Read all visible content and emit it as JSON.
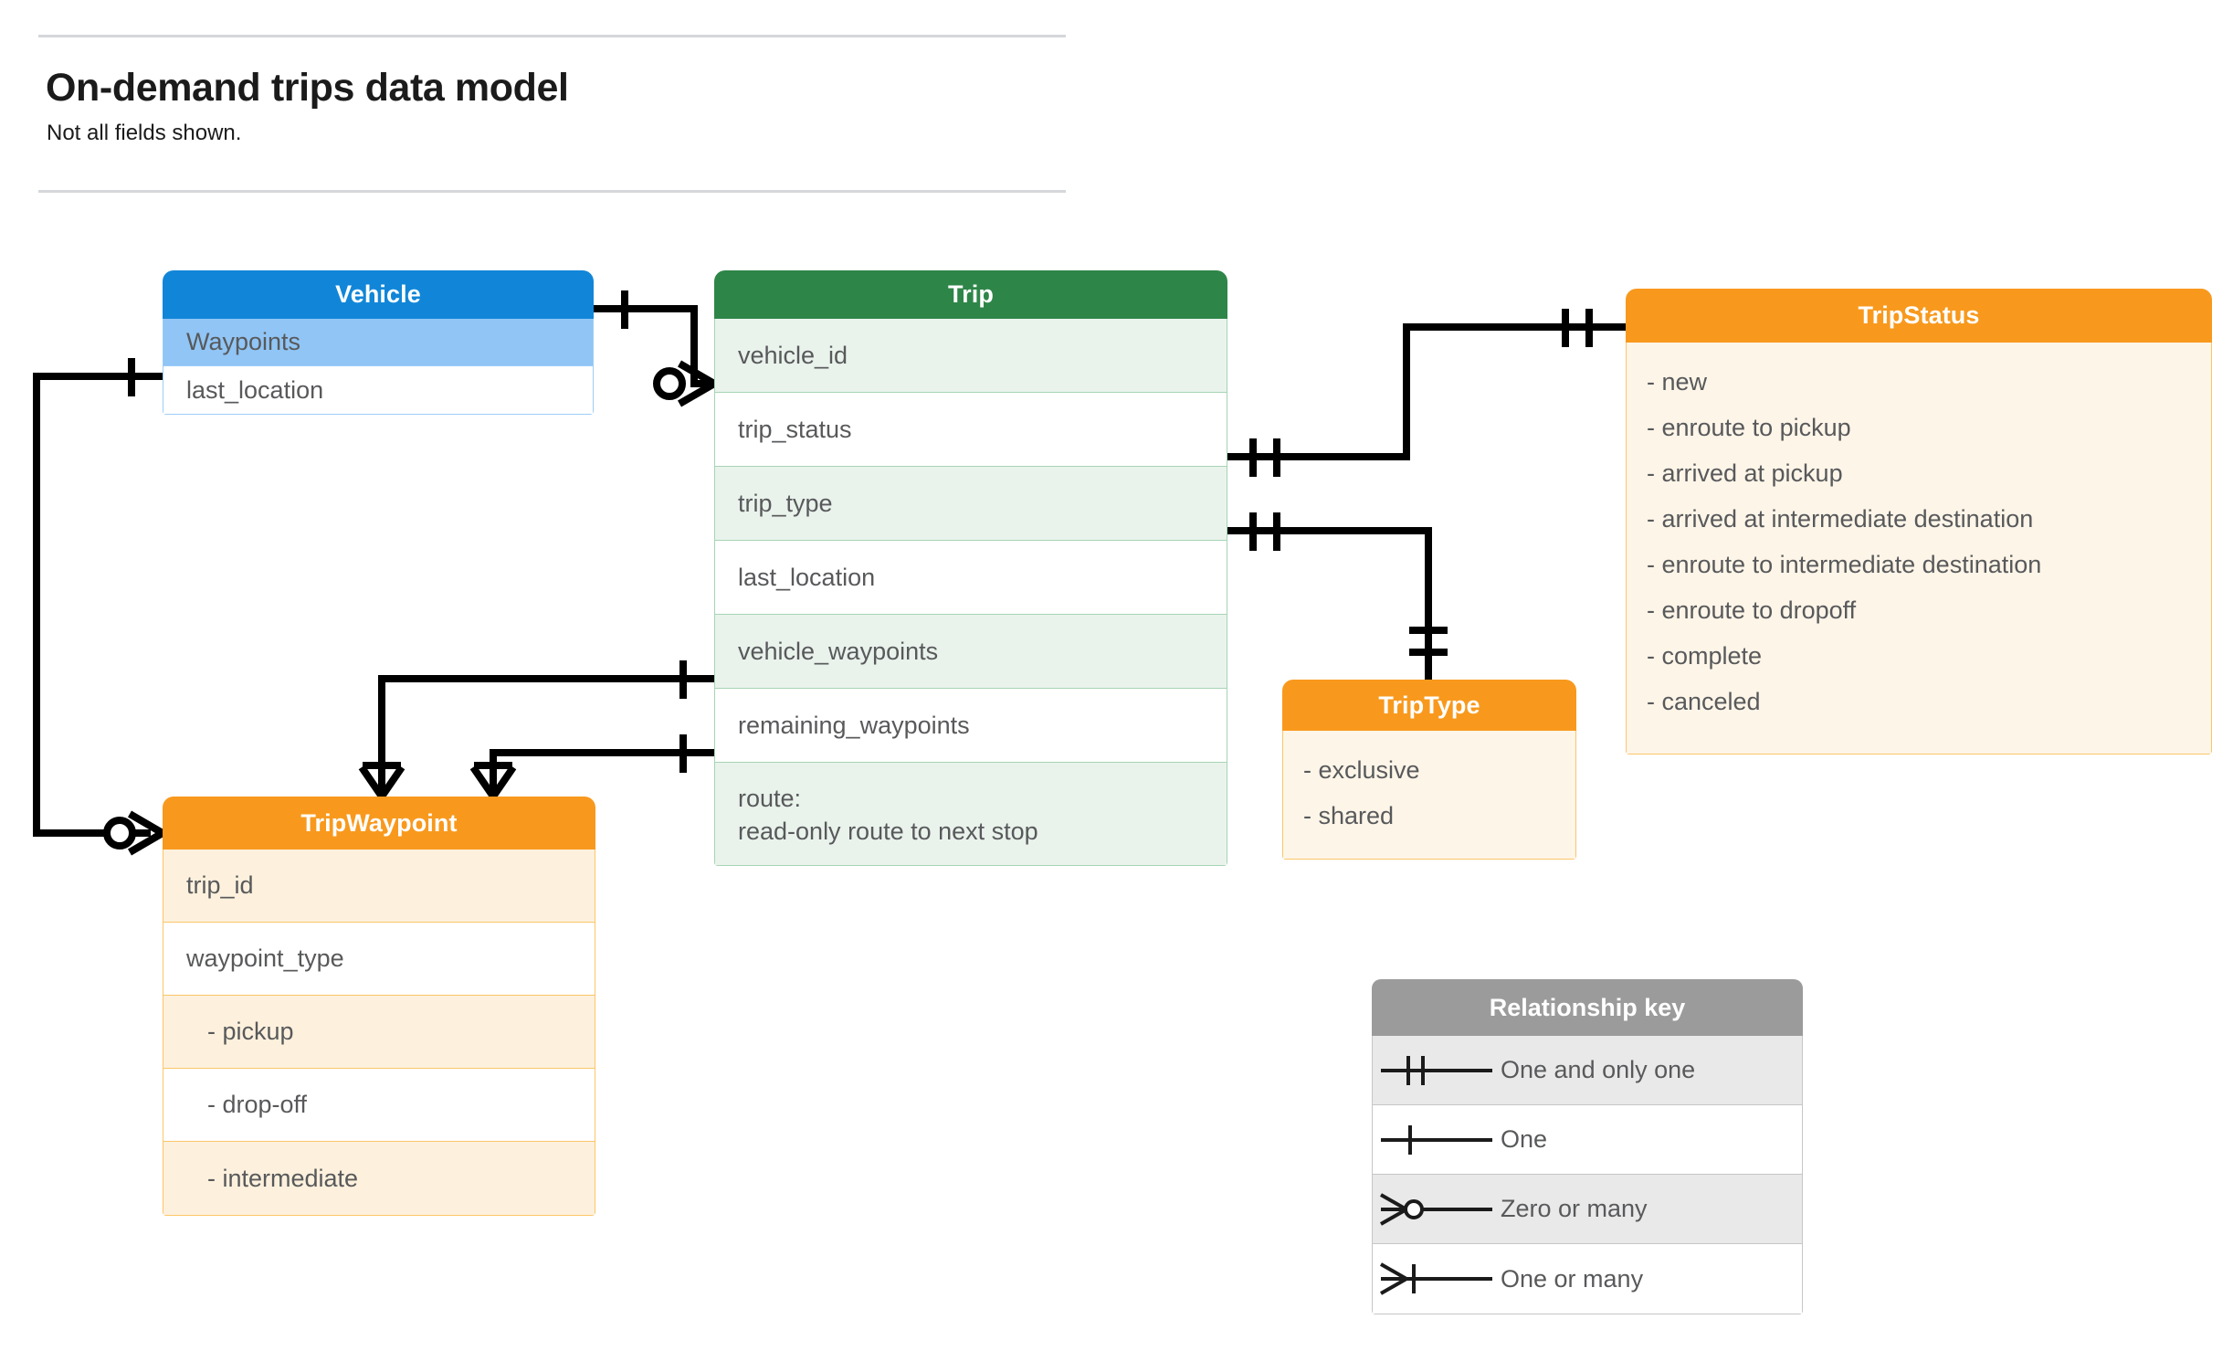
{
  "header": {
    "title": "On-demand trips data model",
    "subtitle": "Not all fields shown."
  },
  "entities": {
    "vehicle": {
      "name": "Vehicle",
      "header_color": "#1186d8",
      "fields": [
        "Waypoints",
        "last_location"
      ]
    },
    "trip": {
      "name": "Trip",
      "header_color": "#2e8548",
      "fields": [
        "vehicle_id",
        "trip_status",
        "trip_type",
        "last_location",
        "vehicle_waypoints",
        "remaining_waypoints"
      ],
      "route_label": "route:",
      "route_note": "read-only route to next stop"
    },
    "trip_waypoint": {
      "name": "TripWaypoint",
      "header_color": "#f8991d",
      "fields": [
        "trip_id",
        "waypoint_type"
      ],
      "waypoint_type_values": [
        "-  pickup",
        "-  drop-off",
        "-  intermediate"
      ]
    },
    "trip_type": {
      "name": "TripType",
      "header_color": "#f8991d",
      "values": [
        "- exclusive",
        "- shared"
      ]
    },
    "trip_status": {
      "name": "TripStatus",
      "header_color": "#f8991d",
      "values": [
        "- new",
        "- enroute to pickup",
        "- arrived at pickup",
        "- arrived at intermediate destination",
        "- enroute to intermediate destination",
        "- enroute to dropoff",
        "- complete",
        "- canceled"
      ]
    }
  },
  "legend": {
    "title": "Relationship key",
    "header_color": "#9b9b9b",
    "rows": [
      {
        "symbol": "one-and-only-one",
        "label": "One and only one"
      },
      {
        "symbol": "one",
        "label": "One"
      },
      {
        "symbol": "zero-or-many",
        "label": "Zero or many"
      },
      {
        "symbol": "one-or-many",
        "label": "One or many"
      }
    ]
  },
  "relationships": [
    {
      "from": "Vehicle",
      "from_card": "one",
      "to": "Trip.vehicle_id",
      "to_card": "zero-or-many"
    },
    {
      "from": "Vehicle.Waypoints",
      "from_card": "one",
      "to": "TripWaypoint",
      "to_card": "zero-or-many"
    },
    {
      "from": "Trip.trip_status",
      "from_card": "one-and-only-one",
      "to": "TripStatus",
      "to_card": "one-and-only-one"
    },
    {
      "from": "Trip.trip_type",
      "from_card": "one-and-only-one",
      "to": "TripType",
      "to_card": "one-and-only-one"
    },
    {
      "from": "Trip.vehicle_waypoints",
      "from_card": "one",
      "to": "TripWaypoint",
      "to_card": "one-or-many"
    },
    {
      "from": "Trip.remaining_waypoints",
      "from_card": "one",
      "to": "TripWaypoint",
      "to_card": "one-or-many"
    }
  ]
}
